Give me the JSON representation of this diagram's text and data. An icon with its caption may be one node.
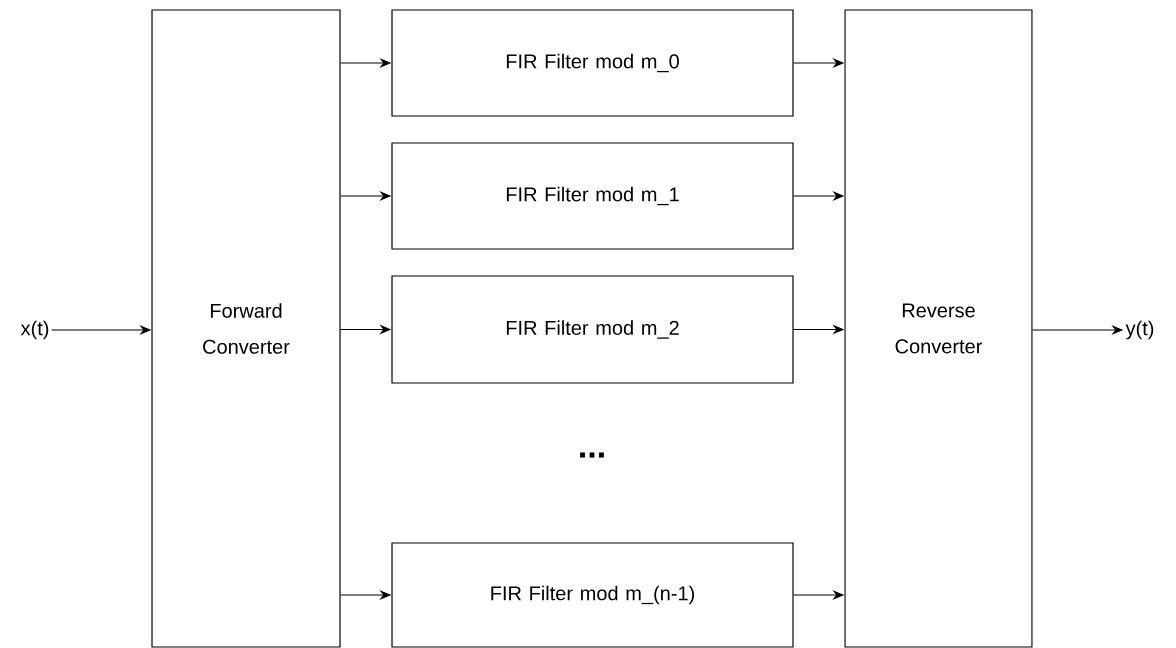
{
  "diagram": {
    "nodes": [
      {
        "text": [
          "x(t)"
        ]
      },
      {
        "text": [
          "Forward Converter"
        ]
      },
      {
        "text": [
          "FIR Filter mod m_0"
        ]
      },
      {
        "text": [
          "FIR Filter mod m_1"
        ]
      },
      {
        "text": [
          "FIR Filter mod m_2"
        ]
      },
      {
        "text": [
          "FIR Filter mod m_(n-1)"
        ]
      },
      {
        "text": [
          "Reverse Converter"
        ]
      },
      {
        "text": [
          "y(t)"
        ]
      }
    ],
    "edges": [
      {
        "from": 0,
        "to": 1,
        "arrow": "to"
      },
      {
        "from": 1,
        "to": 2,
        "arrow": "to"
      },
      {
        "from": 1,
        "to": 3,
        "arrow": "to"
      },
      {
        "from": 1,
        "to": 4,
        "arrow": "to"
      },
      {
        "from": 1,
        "to": 5,
        "arrow": "to"
      },
      {
        "from": 2,
        "to": 6,
        "arrow": "to"
      },
      {
        "from": 3,
        "to": 6,
        "arrow": "to"
      },
      {
        "from": 4,
        "to": 6,
        "arrow": "to"
      },
      {
        "from": 5,
        "to": 6,
        "arrow": "to"
      },
      {
        "from": 6,
        "to": 7,
        "arrow": "to"
      }
    ],
    "labels": [
      "..."
    ]
  }
}
